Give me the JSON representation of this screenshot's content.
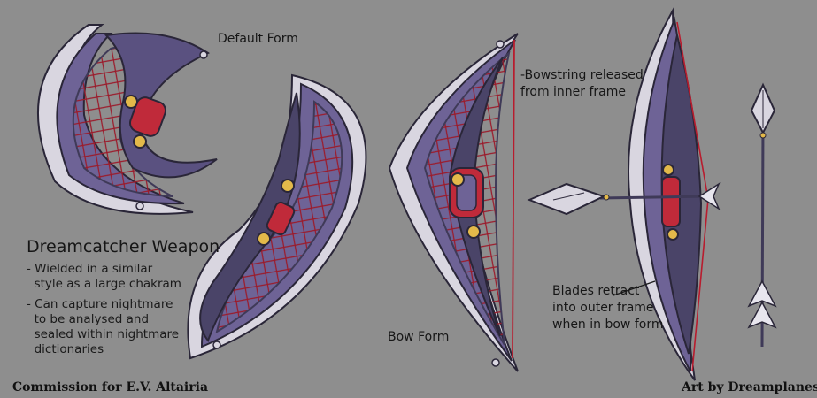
{
  "labels": {
    "default_form": "Default Form",
    "bowstring_note": "-Bowstring released\nfrom inner frame",
    "bow_form": "Bow Form",
    "blades_note": "Blades retract\ninto outer frame\nwhen in bow form"
  },
  "description": {
    "title": "Dreamcatcher Weapon",
    "bullets": [
      "- Wielded in a similar\n  style as a large chakram",
      "- Can capture nightmare\n  to be analysed and\n  sealed within nightmare\n  dictionaries"
    ]
  },
  "credits": {
    "commission": "Commission for E.V. Altairia",
    "artist": "Art by Dreamplanes"
  },
  "colors": {
    "background": "#8e8e8e",
    "frame_purple": "#6e6396",
    "frame_dark": "#3f3a58",
    "blade_silver": "#d9d6e0",
    "web_red": "#9b1b2b",
    "grip_red": "#c02a3a",
    "bead_gold": "#e3b94a"
  }
}
